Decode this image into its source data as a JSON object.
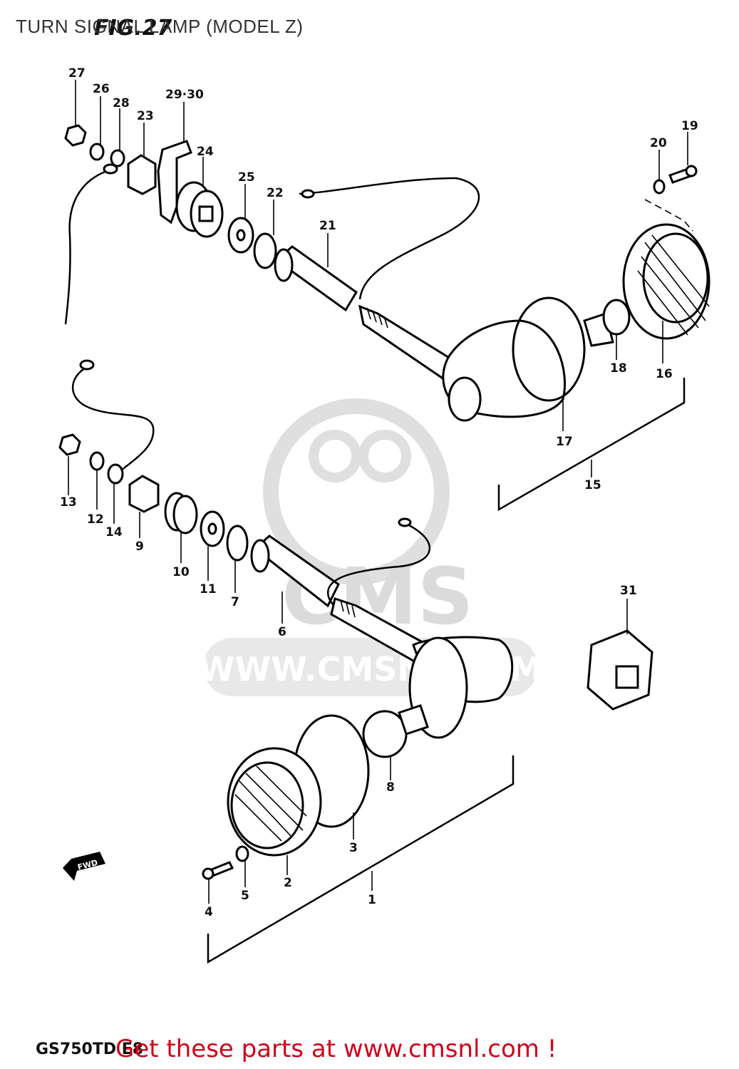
{
  "header": {
    "title": "TURN SIGNAL LAMP (MODEL Z)",
    "figure": "FIG.27"
  },
  "footer": {
    "model_code": "GS750TD E8",
    "promo": "Get these parts at www.cmsnl.com !"
  },
  "watermark": {
    "brand": "CMS",
    "url": "WWW.CMSNL.COM"
  },
  "direction_arrow": "FWD",
  "callouts": {
    "c1": "1",
    "c2": "2",
    "c3": "3",
    "c4": "4",
    "c5": "5",
    "c6": "6",
    "c7": "7",
    "c8": "8",
    "c9": "9",
    "c10": "10",
    "c11": "11",
    "c12": "12",
    "c13": "13",
    "c14": "14",
    "c15": "15",
    "c16": "16",
    "c17": "17",
    "c18": "18",
    "c19": "19",
    "c20": "20",
    "c21": "21",
    "c22": "22",
    "c23": "23",
    "c24": "24",
    "c25": "25",
    "c26": "26",
    "c27": "27",
    "c28": "28",
    "c2930": "29·30",
    "c31": "31"
  },
  "colors": {
    "promo_text": "#d0021b",
    "watermark": "#d8d8d8",
    "line_art": "#000000"
  }
}
